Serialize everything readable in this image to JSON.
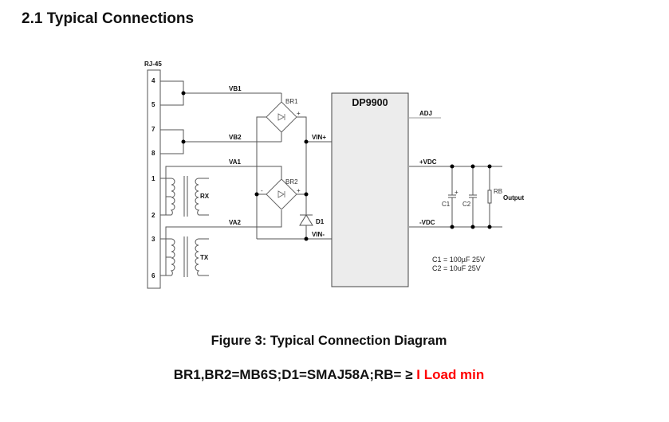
{
  "section": {
    "title": "2.1 Typical Connections"
  },
  "diagram": {
    "connector": {
      "label": "RJ-45",
      "pins": [
        "4",
        "5",
        "7",
        "8",
        "1",
        "2",
        "3",
        "6"
      ]
    },
    "nets": {
      "vb1": "VB1",
      "vb2": "VB2",
      "va1": "VA1",
      "va2": "VA2",
      "vin_plus": "VIN+",
      "vin_minus": "VIN-",
      "adj": "ADJ",
      "vdc_plus": "+VDC",
      "vdc_minus": "-VDC"
    },
    "transformers": {
      "rx": "RX",
      "tx": "TX"
    },
    "bridges": {
      "br1": "BR1",
      "br2": "BR2",
      "plus": "+",
      "minus": "-",
      "ac": "~"
    },
    "diode": {
      "d1": "D1"
    },
    "chip": {
      "name": "DP9900"
    },
    "output": {
      "c1": "C1",
      "c2": "C2",
      "rb": "RB",
      "output_label": "Output",
      "c1_plus": "+"
    },
    "notes": {
      "c1_value": "C1 = 100µF 25V",
      "c2_value": "C2 = 10uF 25V"
    }
  },
  "caption": {
    "figure": "Figure 3: Typical Connection Diagram",
    "parts_prefix": "BR1,BR2=MB6S;D1=SMAJ58A;RB= ≥",
    "parts_suffix": " I Load min",
    "highlight_color": "#ff0000"
  }
}
